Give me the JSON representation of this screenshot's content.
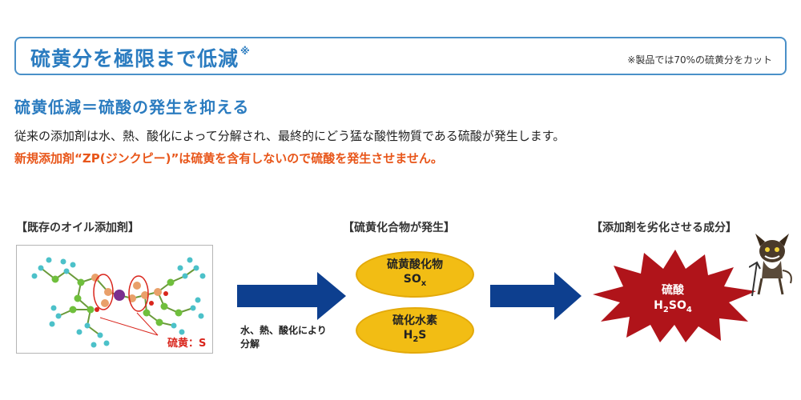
{
  "header": {
    "title": "硫黄分を極限まで低減",
    "title_mark": "※",
    "note": "※製品では70%の硫黄分をカット"
  },
  "intro": {
    "heading": "硫黄低減＝硫酸の発生を抑える",
    "line1": "従来の添加剤は水、熱、酸化によって分解され、最終的にどう猛な酸性物質である硫酸が発生します。",
    "line2": "新規添加剤“ZP(ジンクピー)”は硫黄を含有しないので硫酸を発生させません。"
  },
  "diagram": {
    "left_label": "【既存のオイル添加剤】",
    "sulfur_label": "硫黄：S",
    "arrow_caption_line1": "水、熱、酸化により",
    "arrow_caption_line2": "分解",
    "middle_label": "【硫黄化合物が発生】",
    "sox_name": "硫黄酸化物",
    "sox_formula_main": "SO",
    "sox_formula_sub": "x",
    "h2s_name": "硫化水素",
    "h2s_formula_a": "H",
    "h2s_formula_sub": "2",
    "h2s_formula_b": "S",
    "right_label": "【添加剤を劣化させる成分】",
    "acid_name": "硫酸",
    "acid_formula_a": "H",
    "acid_formula_sub1": "2",
    "acid_formula_b": "SO",
    "acid_formula_sub2": "4"
  },
  "colors": {
    "accent_blue": "#2b7cc0",
    "highlight_orange": "#e8561a",
    "arrow_navy": "#0d3f8f",
    "ellipse_yellow": "#f2bd14",
    "burst_red": "#b0141a"
  }
}
